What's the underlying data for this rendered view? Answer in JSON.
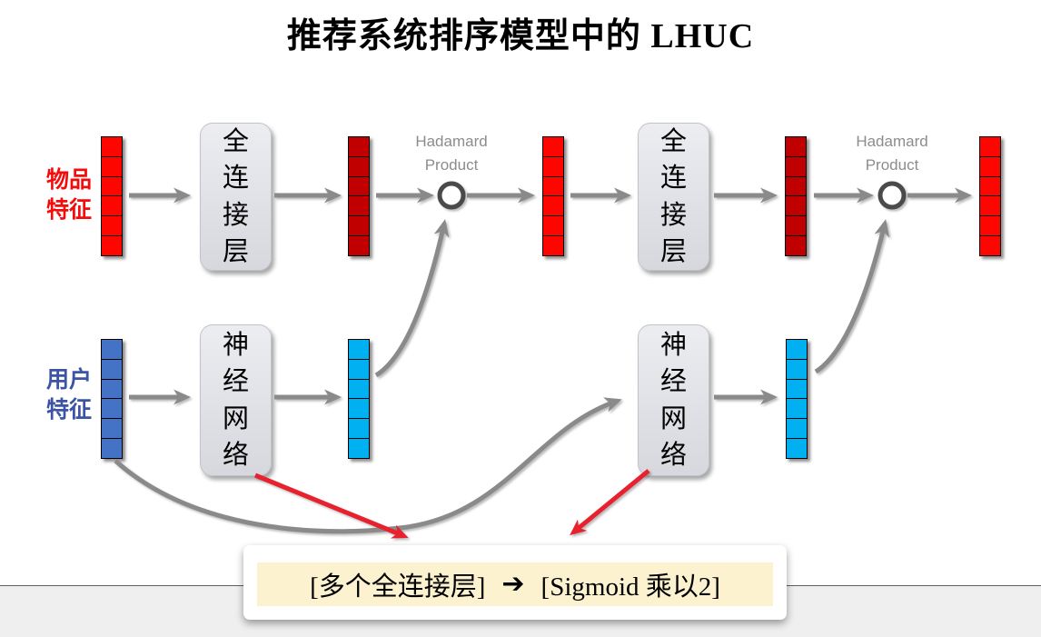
{
  "title": "推荐系统排序模型中的 LHUC",
  "labels": {
    "item_features": "物品\n特征",
    "user_features": "用户\n特征",
    "fc_layer": "全\n连\n接\n层",
    "neural_network": "神\n经\n网\n络",
    "hadamard": "Hadamard\nProduct"
  },
  "callout": {
    "left": "[多个全连接层]",
    "arrow": "➔",
    "right": "[Sigmoid 乘以2]"
  },
  "colors": {
    "bright_red": "#fe0600",
    "dark_red": "#c00000",
    "blue": "#4472c4",
    "cyan": "#00b0f0",
    "label_red": "#f40b0b",
    "label_blue": "#3b54a6",
    "arrow_gray": "#8a8a8a",
    "node_ring_gray": "#4a4a4a",
    "accent_red": "#e8212e",
    "callout_bg": "#fcf2cf",
    "box_fill": "#e3e4e9"
  },
  "vectors": {
    "item_input": {
      "segments": 6,
      "color": "bright_red"
    },
    "item_hidden1": {
      "segments": 6,
      "color": "dark_red"
    },
    "item_scaled1": {
      "segments": 6,
      "color": "bright_red"
    },
    "item_hidden2": {
      "segments": 6,
      "color": "dark_red"
    },
    "item_output": {
      "segments": 6,
      "color": "bright_red"
    },
    "user_input": {
      "segments": 6,
      "color": "blue"
    },
    "user_gate1": {
      "segments": 6,
      "color": "cyan"
    },
    "user_gate2": {
      "segments": 6,
      "color": "cyan"
    }
  }
}
